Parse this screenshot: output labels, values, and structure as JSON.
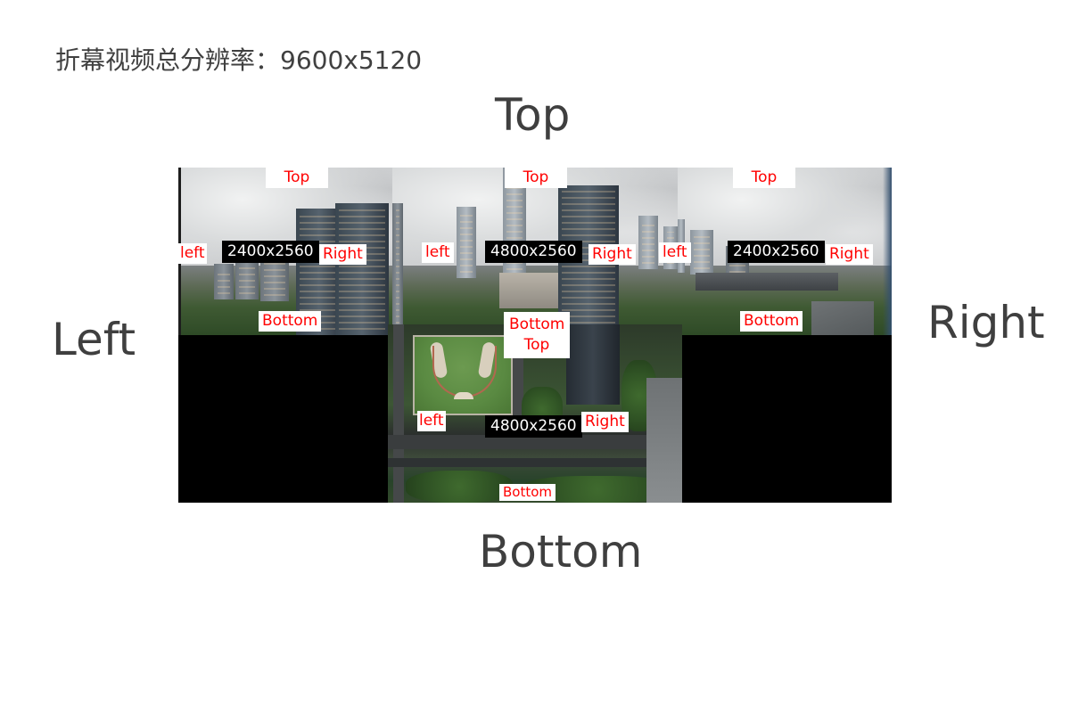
{
  "title": "折幕视频总分辨率：9600x5120",
  "edges": {
    "top": "Top",
    "left": "Left",
    "right": "Right",
    "bottom": "Bottom"
  },
  "panels": {
    "top_left": {
      "resolution": "2400x2560",
      "labels": {
        "top": "Top",
        "left": "left",
        "right": "Right",
        "bottom": "Bottom"
      }
    },
    "top_center": {
      "resolution": "4800x2560",
      "labels": {
        "top": "Top",
        "left": "left",
        "right": "Right",
        "bottom": "Bottom"
      }
    },
    "top_right": {
      "resolution": "2400x2560",
      "labels": {
        "top": "Top",
        "left": "left",
        "right": "Right",
        "bottom": "Bottom"
      }
    },
    "bottom_center": {
      "resolution": "4800x2560",
      "labels": {
        "top": "Top",
        "left": "left",
        "right": "Right",
        "bottom": "Bottom"
      }
    }
  },
  "colors": {
    "label_text": "#ff0000",
    "label_bg": "#ffffff",
    "resolution_bg": "#000000",
    "resolution_text": "#ffffff",
    "edge_label": "#3f3f3f",
    "empty_region": "#000000"
  }
}
